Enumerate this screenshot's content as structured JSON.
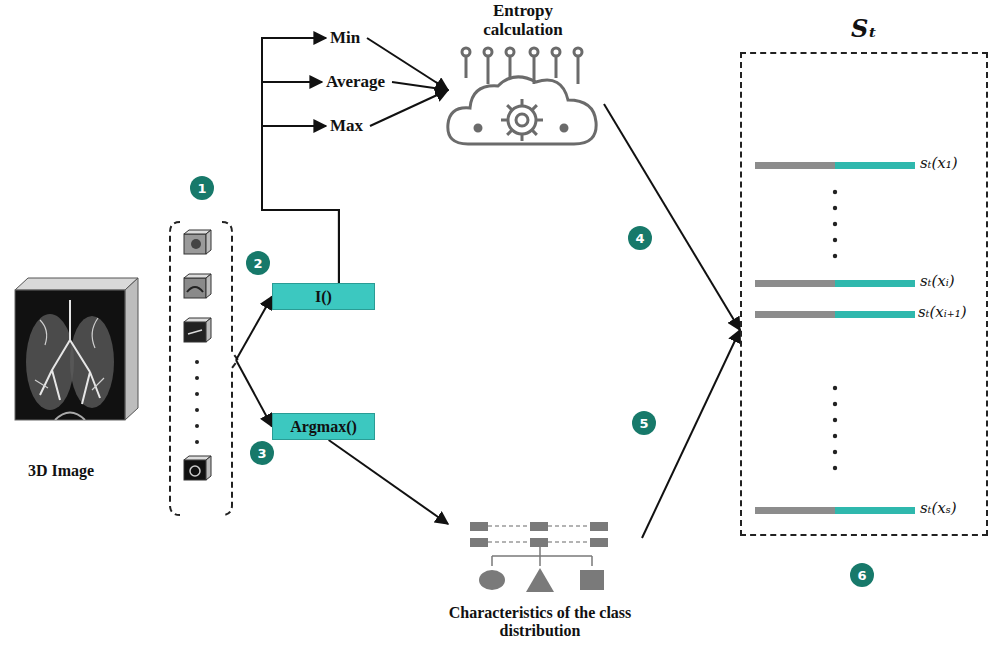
{
  "diagram": {
    "nodes": [
      {
        "text": [
          "3D Image"
        ]
      },
      {
        "text": [
          "I()"
        ]
      },
      {
        "text": [
          "Argmax()"
        ]
      },
      {
        "text": [
          "Min"
        ]
      },
      {
        "text": [
          "Average"
        ]
      },
      {
        "text": [
          "Max"
        ]
      },
      {
        "text": [
          "Entropy calculation"
        ]
      },
      {
        "text": [
          "Characteristics of the class distribution"
        ]
      },
      {
        "text": [
          "Sₜ"
        ]
      }
    ],
    "edges": [
      {
        "from": 0,
        "to": 1,
        "arrow": "to"
      },
      {
        "from": 0,
        "to": 2,
        "arrow": "to"
      },
      {
        "from": 1,
        "to": 3,
        "arrow": "to"
      },
      {
        "from": 1,
        "to": 4,
        "arrow": "to"
      },
      {
        "from": 1,
        "to": 5,
        "arrow": "to"
      },
      {
        "from": 3,
        "to": 6,
        "arrow": "to"
      },
      {
        "from": 4,
        "to": 6,
        "arrow": "to"
      },
      {
        "from": 5,
        "to": 6,
        "arrow": "to"
      },
      {
        "from": 2,
        "to": 7,
        "arrow": "to"
      },
      {
        "from": 6,
        "to": 8,
        "arrow": "to"
      },
      {
        "from": 7,
        "to": 8,
        "arrow": "to"
      }
    ],
    "labels": [
      "1",
      "2",
      "3",
      "4",
      "5",
      "6",
      "sₜ(x₁)",
      "sₜ(xᵢ)",
      "sₜ(xᵢ₊₁)",
      "sₜ(xₛ)"
    ]
  }
}
